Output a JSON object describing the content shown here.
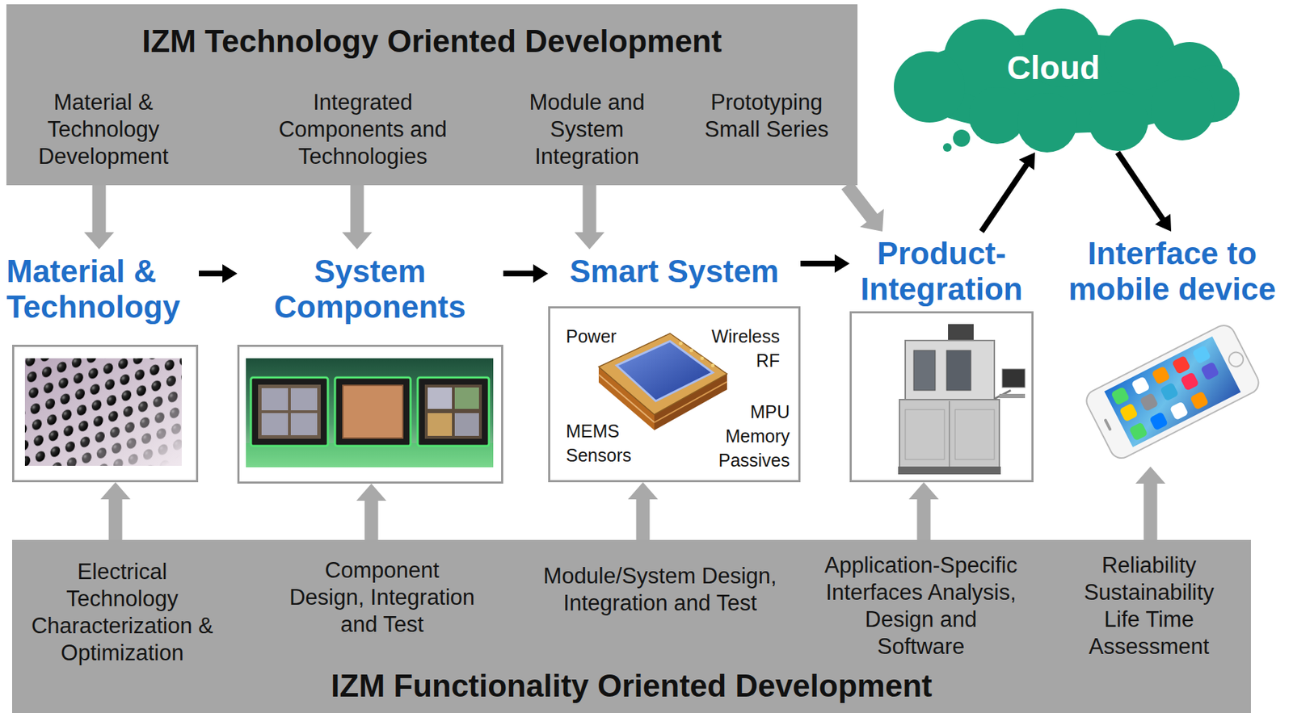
{
  "diagram": {
    "nodes": [
      {
        "text": [
          "IZM Technology Oriented Development",
          "Material & Technology Development",
          "Integrated Components and Technologies",
          "Module and System Integration",
          "Prototyping Small Series"
        ]
      },
      {
        "text": [
          "Cloud"
        ]
      },
      {
        "text": [
          "Material & Technology"
        ]
      },
      {
        "text": [
          "System Components"
        ]
      },
      {
        "text": [
          "Smart System",
          "Power",
          "Wireless RF",
          "MEMS Sensors",
          "MPU Memory Passives"
        ]
      },
      {
        "text": [
          "Product-Integration"
        ]
      },
      {
        "text": [
          "Interface to mobile device"
        ]
      },
      {
        "text": [
          "IZM Functionality Oriented Development",
          "Electrical Technology Characterization & Optimization",
          "Component Design, Integration and Test",
          "Module/System Design, Integration and Test",
          "Application-Specific Interfaces Analysis, Design and Software",
          "Reliability Sustainability Life Time Assessment"
        ]
      }
    ],
    "edges": [
      {
        "from": 0,
        "to": 2,
        "arrow": "to"
      },
      {
        "from": 0,
        "to": 3,
        "arrow": "to"
      },
      {
        "from": 0,
        "to": 4,
        "arrow": "to"
      },
      {
        "from": 0,
        "to": 5,
        "arrow": "to"
      },
      {
        "from": 2,
        "to": 3,
        "arrow": "to"
      },
      {
        "from": 3,
        "to": 4,
        "arrow": "to"
      },
      {
        "from": 4,
        "to": 5,
        "arrow": "to"
      },
      {
        "from": 5,
        "to": 1,
        "arrow": "to"
      },
      {
        "from": 1,
        "to": 6,
        "arrow": "to"
      },
      {
        "from": 7,
        "to": 2,
        "arrow": "to"
      },
      {
        "from": 7,
        "to": 3,
        "arrow": "to"
      },
      {
        "from": 7,
        "to": 4,
        "arrow": "to"
      },
      {
        "from": 7,
        "to": 5,
        "arrow": "to"
      },
      {
        "from": 7,
        "to": 6,
        "arrow": "to"
      }
    ]
  }
}
